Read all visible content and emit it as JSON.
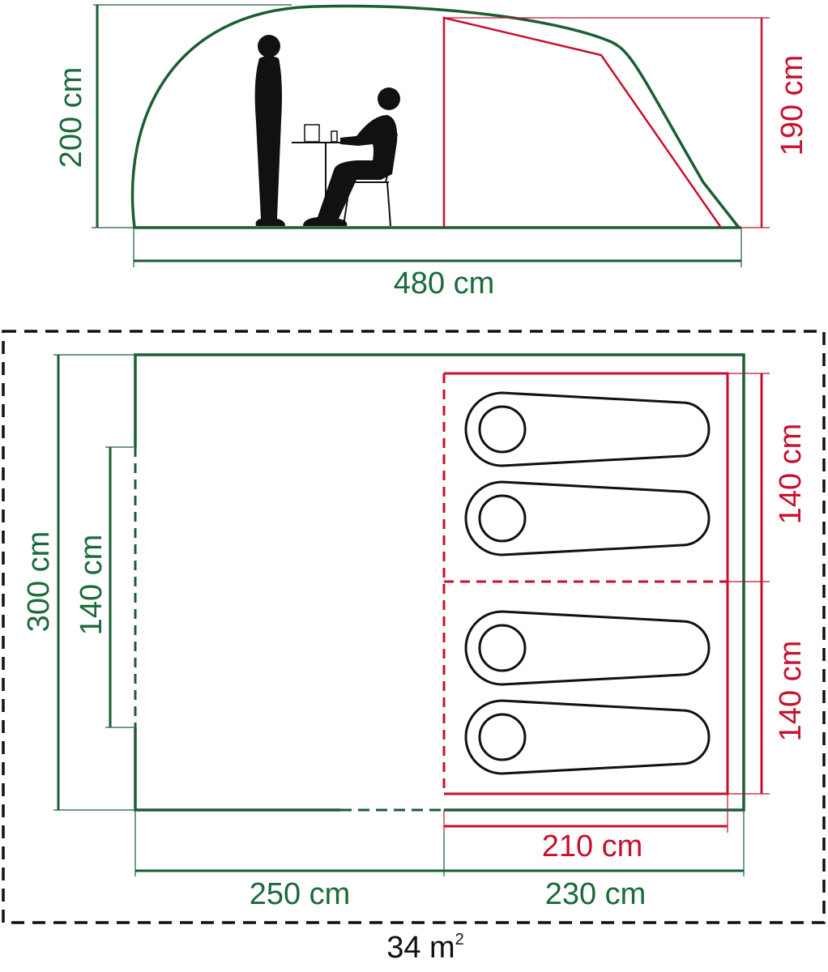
{
  "colors": {
    "outline": "#1b5e33",
    "inner_tent": "#c8102e",
    "figures": "#111111",
    "footprint": "#111111"
  },
  "side_view": {
    "height_outer": "200 cm",
    "height_inner": "190 cm",
    "length": "480 cm"
  },
  "floor_plan": {
    "width_total": "300 cm",
    "door_width": "140 cm",
    "bedroom_1_width": "140 cm",
    "bedroom_2_width": "140 cm",
    "bedroom_length": "210 cm",
    "living_length": "250 cm",
    "sleeping_length": "230 cm",
    "area": "34 m",
    "area_unit_sup": "2"
  }
}
